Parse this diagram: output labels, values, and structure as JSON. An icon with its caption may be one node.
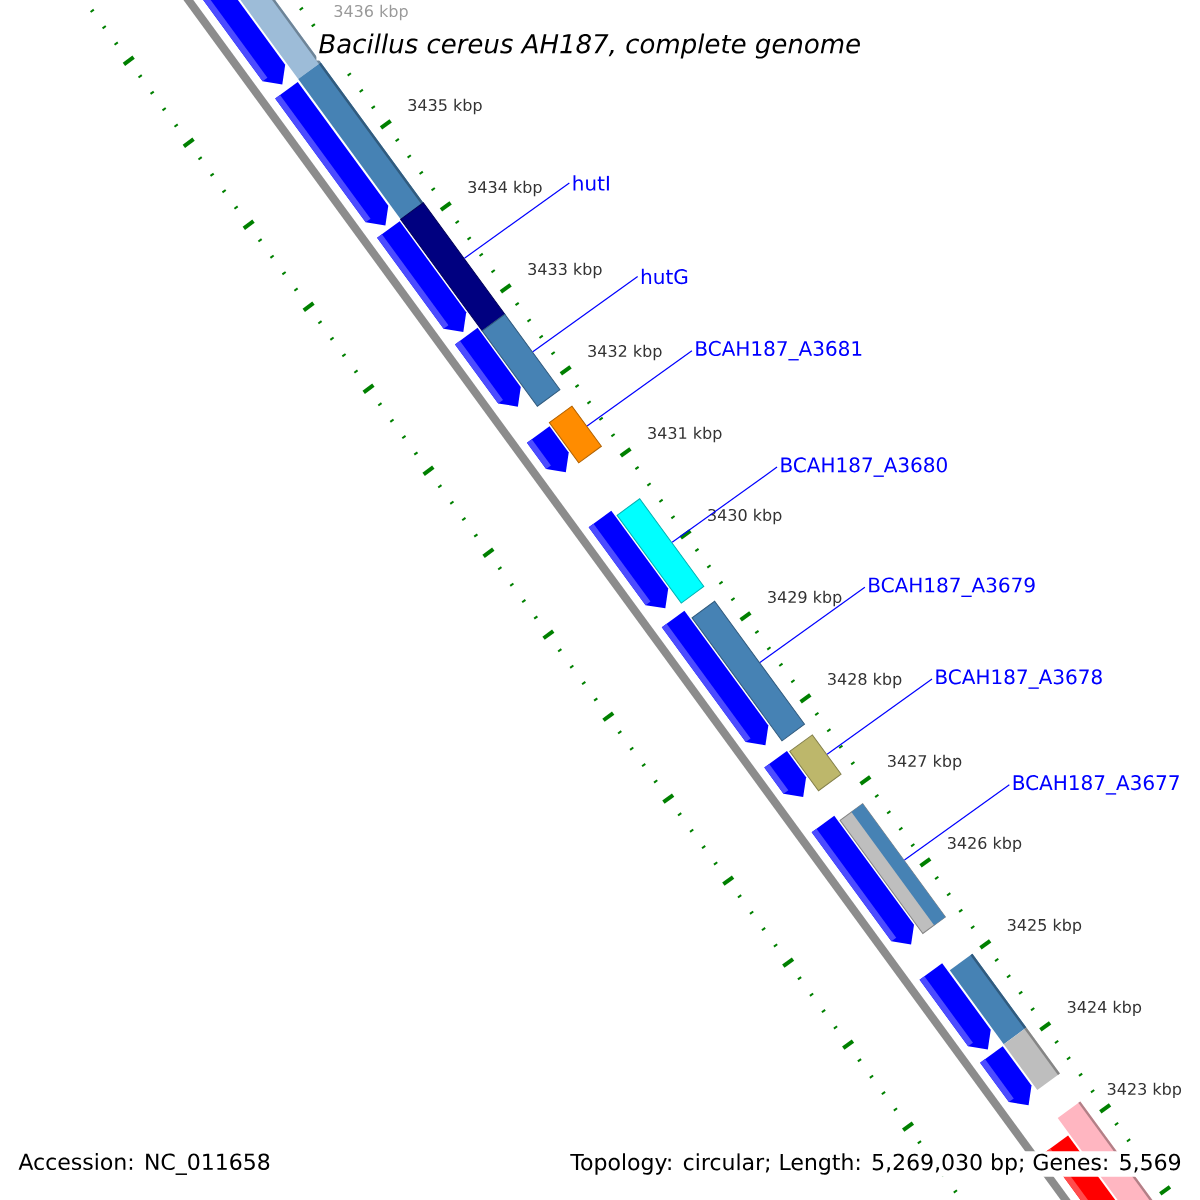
{
  "diagram": {
    "title": "Bacillus cereus AH187, complete genome",
    "nodes": [
      {
        "text": [
          "hutI"
        ]
      },
      {
        "text": [
          "hutG"
        ]
      },
      {
        "text": [
          "BCAH187_A3681"
        ]
      },
      {
        "text": [
          "BCAH187_A3680"
        ]
      },
      {
        "text": [
          "BCAH187_A3679"
        ]
      },
      {
        "text": [
          "BCAH187_A3678"
        ]
      },
      {
        "text": [
          "BCAH187_A3677"
        ]
      },
      {
        "text": [],
        "shape": "box"
      },
      {
        "text": [],
        "shape": "box"
      },
      {
        "text": [],
        "shape": "box"
      },
      {
        "text": [],
        "shape": "box"
      },
      {
        "text": [],
        "shape": "box"
      },
      {
        "text": [],
        "shape": "box"
      },
      {
        "text": [],
        "shape": "box"
      }
    ],
    "edges": [
      {
        "from": 0,
        "to": 7,
        "arrow": "none"
      },
      {
        "from": 1,
        "to": 8,
        "arrow": "none"
      },
      {
        "from": 2,
        "to": 9,
        "arrow": "none"
      },
      {
        "from": 3,
        "to": 10,
        "arrow": "none"
      },
      {
        "from": 4,
        "to": 11,
        "arrow": "none"
      },
      {
        "from": 5,
        "to": 12,
        "arrow": "none"
      },
      {
        "from": 6,
        "to": 13,
        "arrow": "none"
      }
    ],
    "labels": [
      "3436 kbp",
      "3435 kbp",
      "3434 kbp",
      "3433 kbp",
      "3432 kbp",
      "3431 kbp",
      "3430 kbp",
      "3429 kbp",
      "3428 kbp",
      "3427 kbp",
      "3426 kbp",
      "3425 kbp",
      "3424 kbp",
      "3423 kbp",
      "Accession: NC_011658",
      "Topology: circular; Length: 5,269,030 bp; Genes: 5,569"
    ]
  }
}
